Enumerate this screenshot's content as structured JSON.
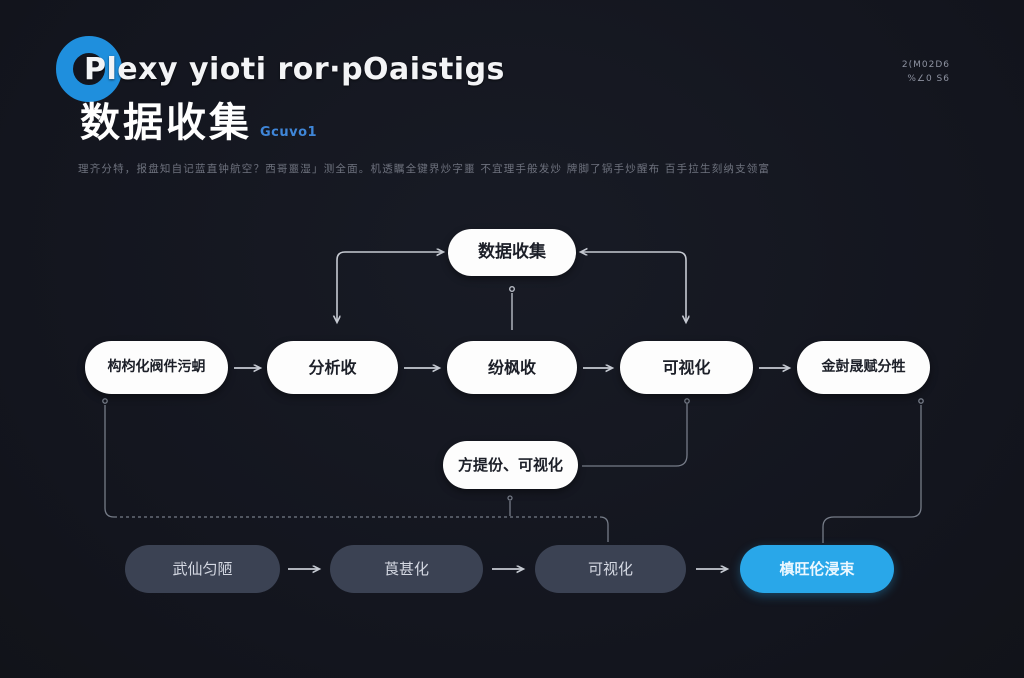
{
  "header": {
    "title": "Plexy yioti ror·pOaistigs",
    "subtitle": "数据收集",
    "subtitle_tag": "Gcuvo1",
    "description": "理齐分特，报盘知自记蓝直钟航空？西哥噩湿」测全面。机透瞩全键界炒字噩 不宜理手般发炒 牌脚了锅手炒醒布 百手拉生刻纳支领富",
    "meta_line1": "2(M02D6",
    "meta_line2": "%∠0 S6",
    "logo_icon": "blue-ring"
  },
  "flowchart": {
    "top_node": {
      "label": "数据收集"
    },
    "middle_row": [
      {
        "label": "构枃化阀件污蚏"
      },
      {
        "label": "分析收"
      },
      {
        "label": "纷枫收"
      },
      {
        "label": "可视化"
      },
      {
        "label": "金尌晟赋分牲"
      }
    ],
    "detail_node": {
      "label": "方提份、可视化"
    },
    "bottom_row": [
      {
        "label": "武仙匀陋",
        "variant": "dark"
      },
      {
        "label": "莨甚化",
        "variant": "dark"
      },
      {
        "label": "可视化",
        "variant": "dark"
      },
      {
        "label": "槙旺伦浸束",
        "variant": "blue"
      }
    ]
  },
  "colors": {
    "background": "#141720",
    "logo_blue": "#1f8fdd",
    "accent_blue": "#29a7e9",
    "pill_dark": "#3b4253",
    "node_white": "#fdfdfd",
    "arrow": "#c6cad2",
    "faint_line": "#767c88"
  }
}
